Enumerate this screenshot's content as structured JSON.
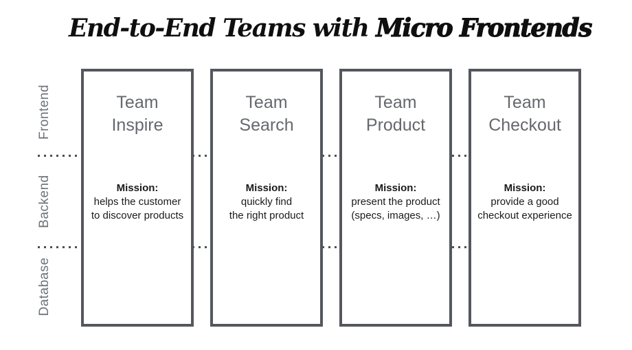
{
  "title": {
    "part1": "End-to-End Teams with",
    "part2": "Micro Frontends"
  },
  "layers": [
    {
      "label": "Frontend"
    },
    {
      "label": "Backend"
    },
    {
      "label": "Database"
    }
  ],
  "mission_heading": "Mission:",
  "teams": [
    {
      "name": "Team Inspire",
      "mission_lines": [
        "helps the customer",
        "to discover products"
      ]
    },
    {
      "name": "Team Search",
      "mission_lines": [
        "quickly find",
        "the right product"
      ]
    },
    {
      "name": "Team Product",
      "mission_lines": [
        "present the product",
        "(specs, images, …)"
      ]
    },
    {
      "name": "Team Checkout",
      "mission_lines": [
        "provide a good",
        "checkout experience"
      ]
    }
  ],
  "colors": {
    "box_border": "#54575d",
    "team_name_text": "#65686d",
    "layer_label_text": "#6e7277",
    "divider_dot": "#4b4f54",
    "mission_text": "#1a1a1a",
    "title_text": "#0f0f0f",
    "background": "#ffffff"
  }
}
